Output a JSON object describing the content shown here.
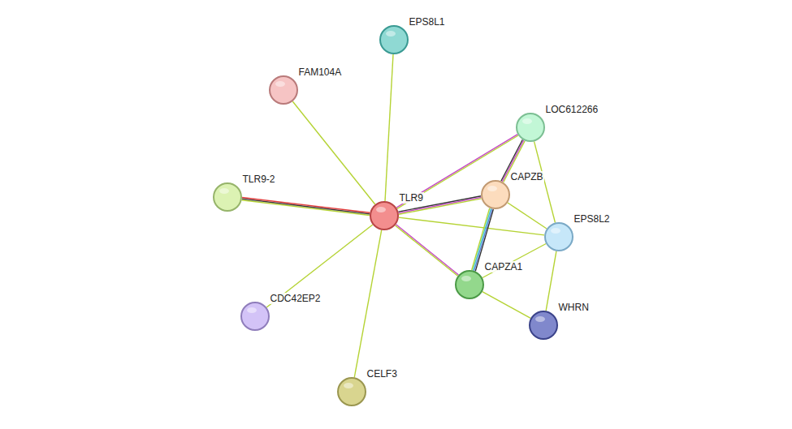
{
  "diagram": {
    "nodes": [
      {
        "text": [
          "EPS8L1"
        ]
      },
      {
        "text": [
          "FAM104A"
        ]
      },
      {
        "text": [
          "LOC612266"
        ]
      },
      {
        "text": [
          "TLR9-2"
        ]
      },
      {
        "text": [
          "CAPZB"
        ]
      },
      {
        "text": [
          "TLR9"
        ]
      },
      {
        "text": [
          "EPS8L2"
        ]
      },
      {
        "text": [
          "CAPZA1"
        ]
      },
      {
        "text": [
          "WHRN"
        ]
      },
      {
        "text": [
          "CDC42EP2"
        ]
      },
      {
        "text": [
          "CELF3"
        ]
      }
    ],
    "edges": [
      {
        "from": 5,
        "to": 0,
        "arrow": "none"
      },
      {
        "from": 5,
        "to": 1,
        "arrow": "none"
      },
      {
        "from": 5,
        "to": 3,
        "arrow": "none"
      },
      {
        "from": 5,
        "to": 9,
        "arrow": "none"
      },
      {
        "from": 5,
        "to": 10,
        "arrow": "none"
      },
      {
        "from": 5,
        "to": 4,
        "arrow": "none"
      },
      {
        "from": 5,
        "to": 7,
        "arrow": "none"
      },
      {
        "from": 5,
        "to": 6,
        "arrow": "none"
      },
      {
        "from": 5,
        "to": 2,
        "arrow": "none"
      },
      {
        "from": 4,
        "to": 2,
        "arrow": "none"
      },
      {
        "from": 4,
        "to": 7,
        "arrow": "none"
      },
      {
        "from": 4,
        "to": 6,
        "arrow": "none"
      },
      {
        "from": 2,
        "to": 6,
        "arrow": "none"
      },
      {
        "from": 7,
        "to": 6,
        "arrow": "none"
      },
      {
        "from": 7,
        "to": 8,
        "arrow": "none"
      },
      {
        "from": 6,
        "to": 8,
        "arrow": "none"
      }
    ]
  }
}
